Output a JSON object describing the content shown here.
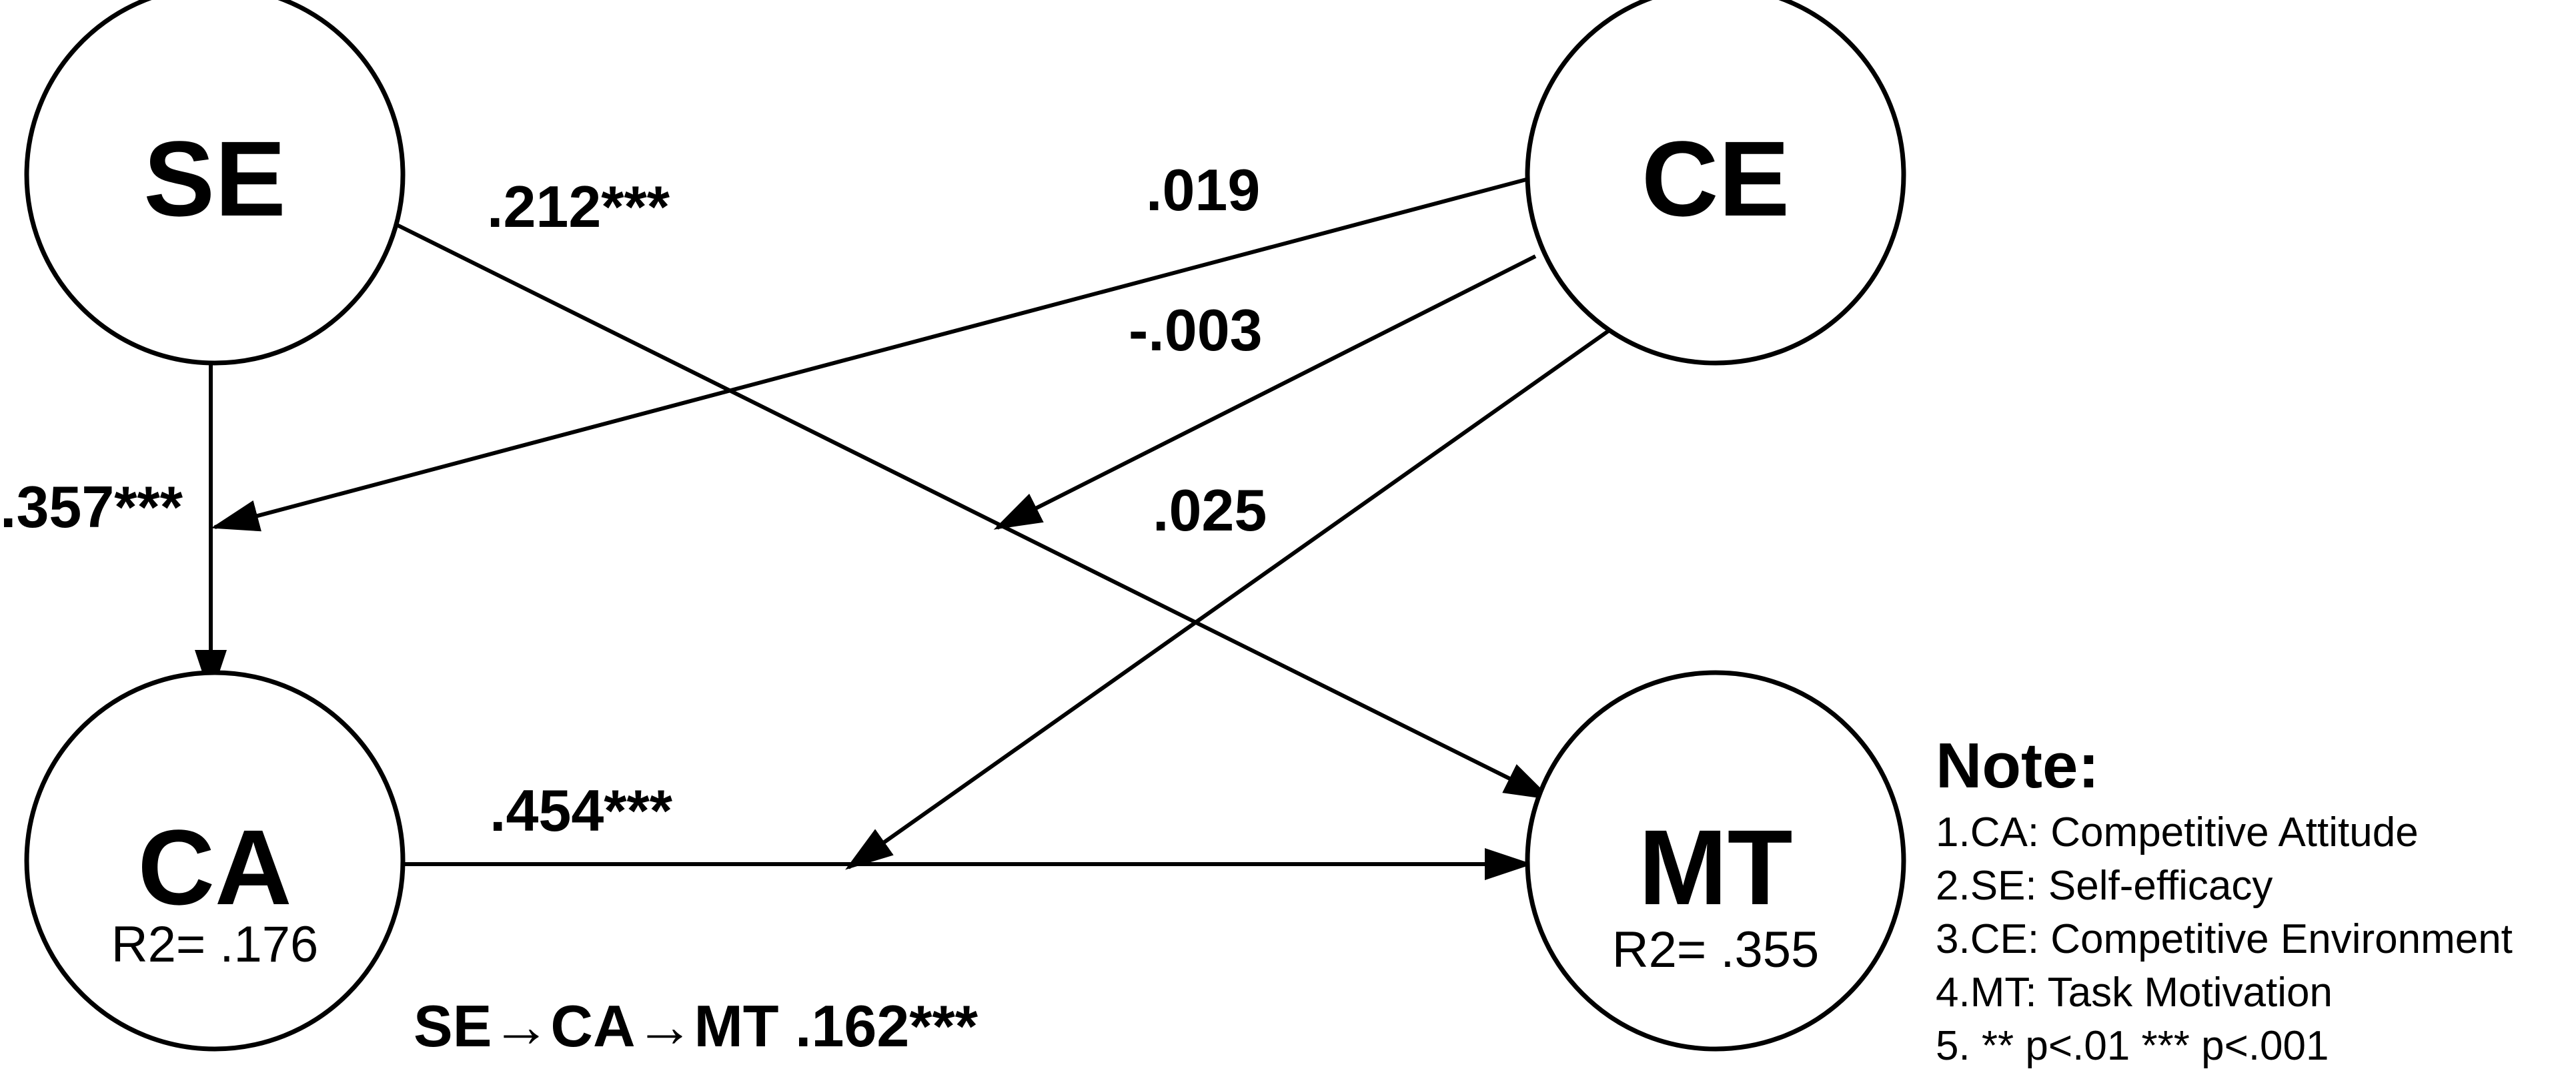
{
  "nodes": {
    "se": {
      "label": "SE"
    },
    "ce": {
      "label": "CE"
    },
    "ca": {
      "label": "CA",
      "r2": "R2= .176"
    },
    "mt": {
      "label": "MT",
      "r2": "R2= .355"
    }
  },
  "paths": {
    "se_mt": ".212***",
    "ce_ca": ".019",
    "ce_path_se_mt": "-.003",
    "ce_path_ca_mt": ".025",
    "se_ca": ".357***",
    "ca_mt": ".454***"
  },
  "mediation": "SE→CA→MT .162***",
  "note": {
    "title": "Note:",
    "items": [
      "1.CA: Competitive Attitude",
      "2.SE: Self-efficacy",
      "3.CE: Competitive Environment",
      "4.MT: Task Motivation",
      "5. ** p<.01 *** p<.001"
    ]
  }
}
